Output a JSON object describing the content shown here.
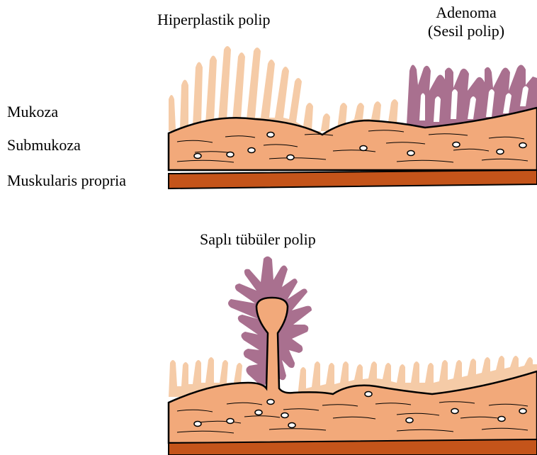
{
  "labels": {
    "hiperplastik": "Hiperplastik polip",
    "adenoma_line1": "Adenoma",
    "adenoma_line2": "(Sesil polip)",
    "mukoza": "Mukoza",
    "submukoza": "Submukoza",
    "muskularis": "Muskularis propria",
    "sapli": "Saplı tübüler polip"
  },
  "colors": {
    "hyperplastic_mucosa": "#f5cba7",
    "submucosa": "#f2a97a",
    "muscularis": "#c4541a",
    "adenoma": "#a9708f",
    "outline": "#000000",
    "background": "#ffffff"
  }
}
